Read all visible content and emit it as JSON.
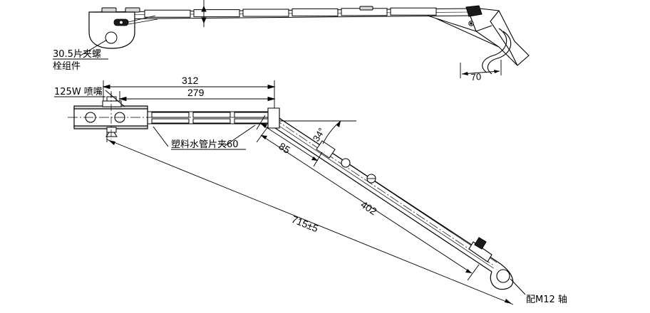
{
  "document": {
    "type": "engineering-drawing",
    "subject": "windshield wiper arm and blade assembly",
    "views": [
      {
        "name": "top-view",
        "position": "upper"
      },
      {
        "name": "side-view",
        "position": "lower"
      }
    ]
  },
  "annotations": {
    "nozzle_clamp": "30.5片夹螺",
    "nozzle_clamp_line2": "栓组件",
    "spray_nozzle": "125W 喷嘴",
    "pipe_clamp": "塑料水管片夹60",
    "shaft_fit": "配M12 轴"
  },
  "dimensions": {
    "top_view_offset": "70",
    "overall_outer": "312",
    "overall_inner": "279",
    "upper_segment": "85",
    "bend_angle": "34°",
    "arm_length": "402",
    "total_length": "715±5"
  },
  "colors": {
    "line": "#000000",
    "background": "#ffffff",
    "fill": "#ffffff"
  }
}
